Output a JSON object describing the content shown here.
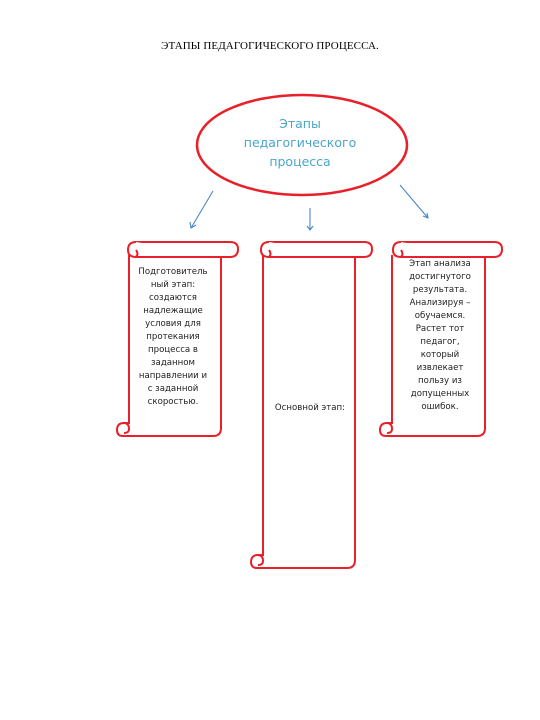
{
  "page": {
    "title": "ЭТАПЫ ПЕДАГОГИЧЕСКОГО ПРОЦЕССА."
  },
  "center": {
    "text": "Этапы\nпедагогического\nпроцесса"
  },
  "stages": [
    {
      "text": "Подготовитель\nный этап:\nсоздаются\nнадлежащие\nусловия для\nпротекания\nпроцесса в\nзаданном\nнаправлении и\nс заданной\nскоростью."
    },
    {
      "text": "Основной этап:"
    },
    {
      "text": "Этап анализа\nдостигнутого\nрезультата.\nАнализируя –\nобучаемся.\nРастет тот\nпедагог,\nкоторый\nизвлекает\nпользу из\nдопущенных\nошибок."
    }
  ],
  "colors": {
    "outline": "#e8202a",
    "arrow": "#4a86c8",
    "center_text": "#4aa6c8"
  }
}
